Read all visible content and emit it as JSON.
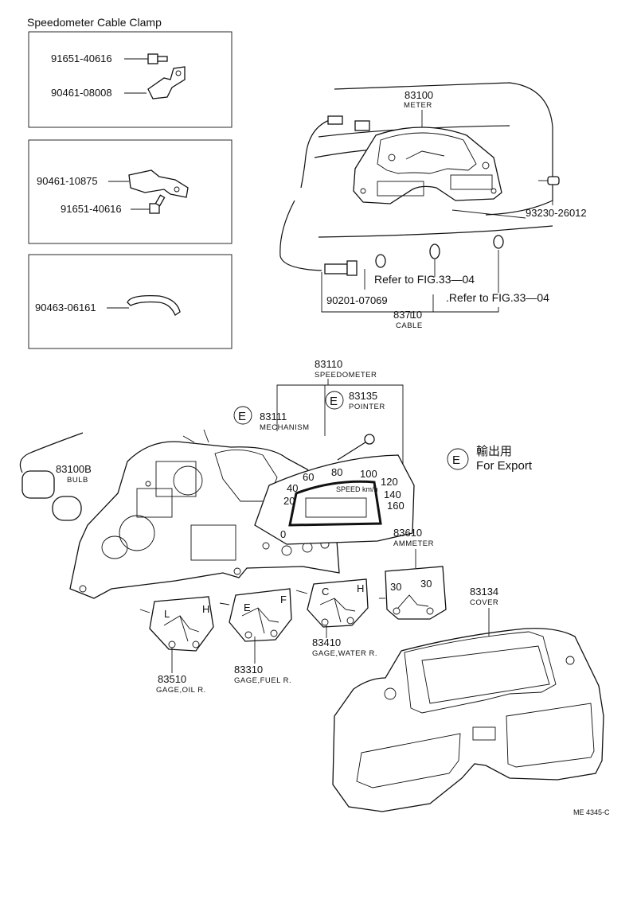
{
  "title": "Speedometer Cable Clamp",
  "clamp_boxes": [
    {
      "parts": [
        "91651-40616",
        "90461-08008"
      ]
    },
    {
      "parts": [
        "90461-10875",
        "91651-40616"
      ]
    },
    {
      "parts": [
        "90463-06161"
      ]
    }
  ],
  "meter": {
    "number": "83100",
    "name": "METER"
  },
  "screw": {
    "number": "93230-26012"
  },
  "ref_1": "Refer to FIG.33—04",
  "ref_2": ".Refer to FIG.33—04",
  "grommet": {
    "number": "90201-07069"
  },
  "cable": {
    "number": "83710",
    "name": "CABLE"
  },
  "speedometer": {
    "number": "83110",
    "name": "SPEEDOMETER"
  },
  "pointer": {
    "number": "83135",
    "name": "POINTER"
  },
  "mechanism": {
    "number": "83111",
    "name": "MECHANISM"
  },
  "export_mark": "E",
  "legend": {
    "jp": "輸出用",
    "en": "For Export"
  },
  "bulb": {
    "number": "83100B",
    "name": "BULB"
  },
  "ammeter": {
    "number": "83610",
    "name": "AMMETER"
  },
  "cover": {
    "number": "83134",
    "name": "COVER"
  },
  "gage_oil": {
    "number": "83510",
    "name": "GAGE,OIL R."
  },
  "gage_fuel": {
    "number": "83310",
    "name": "GAGE,FUEL R."
  },
  "gage_water": {
    "number": "83410",
    "name": "GAGE,WATER R."
  },
  "dial": {
    "ticks": [
      "0",
      "20",
      "40",
      "60",
      "80",
      "100",
      "120",
      "140",
      "160"
    ],
    "unit": "SPEED km/h"
  },
  "gauge_labels": {
    "oil": [
      "L",
      "H"
    ],
    "fuel": [
      "E",
      "F"
    ],
    "water": [
      "C",
      "H"
    ],
    "ammeter": [
      "30",
      "30"
    ]
  },
  "ref_code": "ME 4345-C"
}
